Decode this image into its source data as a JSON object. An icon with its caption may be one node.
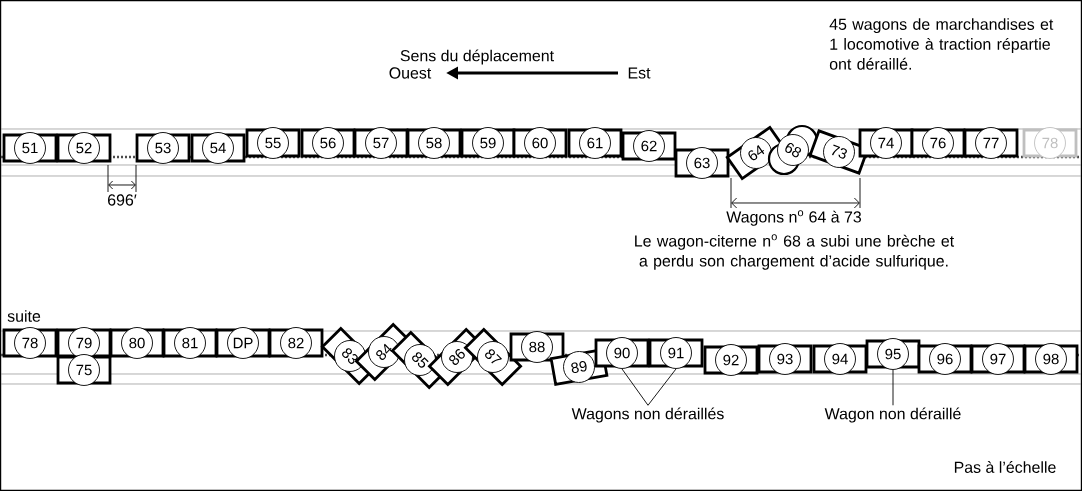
{
  "diagram": {
    "nodes": [
      {
        "text": [
          "51"
        ]
      },
      {
        "text": [
          "52"
        ]
      },
      {
        "text": [
          "53"
        ]
      },
      {
        "text": [
          "54"
        ]
      },
      {
        "text": [
          "55"
        ]
      },
      {
        "text": [
          "56"
        ]
      },
      {
        "text": [
          "57"
        ]
      },
      {
        "text": [
          "58"
        ]
      },
      {
        "text": [
          "59"
        ]
      },
      {
        "text": [
          "60"
        ]
      },
      {
        "text": [
          "61"
        ]
      },
      {
        "text": [
          "62"
        ]
      },
      {
        "text": [
          "63"
        ]
      },
      {
        "text": [
          "64"
        ]
      },
      {
        "text": [
          "68"
        ]
      },
      {
        "text": [
          "73"
        ]
      },
      {
        "text": [
          "74"
        ]
      },
      {
        "text": [
          "76"
        ]
      },
      {
        "text": [
          "77"
        ]
      },
      {
        "text": [
          "78"
        ]
      },
      {
        "text": [
          "78"
        ]
      },
      {
        "text": [
          "79"
        ]
      },
      {
        "text": [
          "75"
        ]
      },
      {
        "text": [
          "80"
        ]
      },
      {
        "text": [
          "81"
        ]
      },
      {
        "text": [
          "DP"
        ]
      },
      {
        "text": [
          "82"
        ]
      },
      {
        "text": [
          "83"
        ]
      },
      {
        "text": [
          "84"
        ]
      },
      {
        "text": [
          "85"
        ]
      },
      {
        "text": [
          "86"
        ]
      },
      {
        "text": [
          "87"
        ]
      },
      {
        "text": [
          "88"
        ]
      },
      {
        "text": [
          "89"
        ]
      },
      {
        "text": [
          "90"
        ]
      },
      {
        "text": [
          "91"
        ]
      },
      {
        "text": [
          "92"
        ]
      },
      {
        "text": [
          "93"
        ]
      },
      {
        "text": [
          "94"
        ]
      },
      {
        "text": [
          "95"
        ]
      },
      {
        "text": [
          "96"
        ]
      },
      {
        "text": [
          "97"
        ]
      },
      {
        "text": [
          "98"
        ]
      },
      {
        "text": [
          "Wagons non déraillés"
        ]
      },
      {
        "text": [
          "Wagon non déraillé"
        ]
      }
    ],
    "edges": [
      {
        "from": 43,
        "to": 34,
        "arrow": "none"
      },
      {
        "from": 43,
        "to": 35,
        "arrow": "none"
      },
      {
        "from": 44,
        "to": 39,
        "arrow": "none"
      }
    ],
    "labels": [
      "45 wagons de marchandises et 1 locomotive à traction répartie ont déraillé.",
      "Sens du déplacement",
      "Ouest",
      "Est",
      "696′",
      "Wagons n$^{o}$ 64 à 73",
      "Le wagon-citerne n$^{o}$ 68 a subi une brèche et a perdu son chargement d’acide sulfurique.",
      "suite",
      "Pas à l’échelle"
    ]
  }
}
